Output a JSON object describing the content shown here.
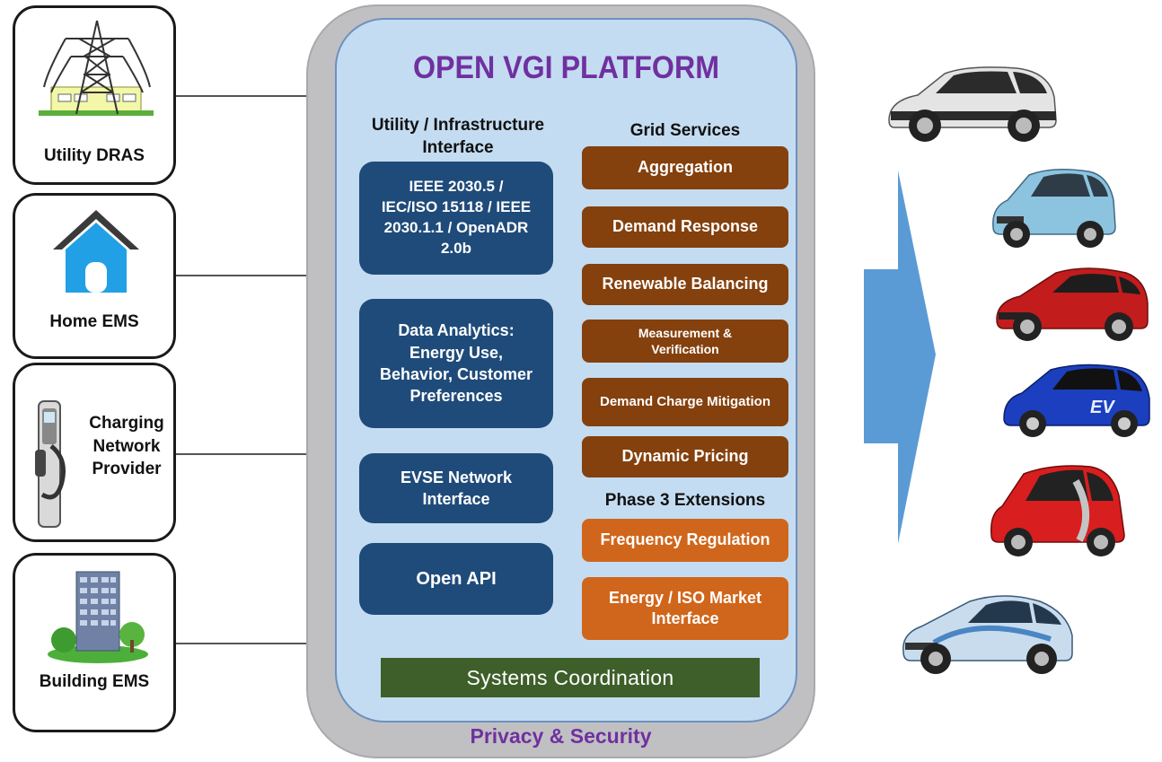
{
  "entities": [
    {
      "label": "Utility DRAS"
    },
    {
      "label": "Home EMS"
    },
    {
      "label": "Charging Network Provider",
      "lines": [
        "Charging",
        "Network",
        "Provider"
      ]
    },
    {
      "label": "Building EMS"
    }
  ],
  "platform": {
    "title": "OPEN VGI PLATFORM",
    "left_heading": "Utility / Infrastructure Interface",
    "left_heading_lines": [
      "Utility / Infrastructure",
      "Interface"
    ],
    "left_boxes": [
      {
        "lines": [
          "IEEE 2030.5 /",
          "IEC/ISO 15118 / IEEE",
          "2030.1.1 /  OpenADR",
          "2.0b"
        ]
      },
      {
        "lines": [
          "Data Analytics:",
          "Energy Use,",
          "Behavior, Customer",
          "Preferences"
        ]
      },
      {
        "lines": [
          "EVSE Network",
          "Interface"
        ]
      },
      {
        "lines": [
          "Open API"
        ]
      }
    ],
    "grid_services_heading": "Grid Services",
    "grid_services": [
      {
        "lines": [
          "Aggregation"
        ]
      },
      {
        "lines": [
          "Demand Response"
        ]
      },
      {
        "lines": [
          "Renewable Balancing"
        ]
      },
      {
        "lines": [
          "Measurement &",
          "Verification"
        ]
      },
      {
        "lines": [
          "Demand Charge Mitigation"
        ]
      },
      {
        "lines": [
          "Dynamic Pricing"
        ]
      }
    ],
    "phase3_heading": "Phase 3 Extensions",
    "phase3": [
      {
        "lines": [
          "Frequency Regulation"
        ]
      },
      {
        "lines": [
          "Energy / ISO Market",
          "Interface"
        ]
      }
    ],
    "systems_coordination": "Systems Coordination",
    "privacy": "Privacy & Security"
  },
  "colors": {
    "title": "#7030a0",
    "left_box": "#1f4b7a",
    "grid_service": "#84400d",
    "phase3": "#d0661b",
    "systems": "#3e5f2a",
    "arrow": "#5b9bd5",
    "inner_panel": "#c4dcf1",
    "outer_panel": "#c0c0c3"
  },
  "cars": [
    {
      "icon": "bmw-i3-car-icon",
      "color": "#e4e4e4"
    },
    {
      "icon": "ford-cmax-car-icon",
      "color": "#8cc3df"
    },
    {
      "icon": "chevy-volt-car-icon",
      "color": "#c21c1c"
    },
    {
      "icon": "honda-fit-ev-car-icon",
      "color": "#1b3fbf"
    },
    {
      "icon": "smart-ev-car-icon",
      "color": "#d81e1e"
    },
    {
      "icon": "prius-plugin-car-icon",
      "color": "#c9dced"
    }
  ]
}
